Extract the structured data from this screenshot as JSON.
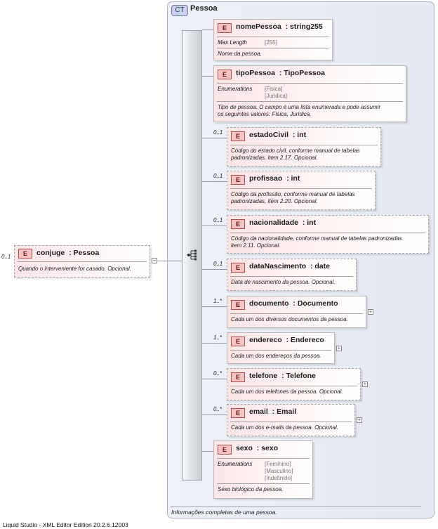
{
  "complex_type": {
    "badge": "CT",
    "name": "Pessoa",
    "description": "Informações completas de uma pessoa."
  },
  "root": {
    "badge": "E",
    "cardinality": "0..1",
    "name": "conjuge",
    "type": ": Pessoa",
    "description": "Quando o interveniente for casado. Opcional."
  },
  "elements": [
    {
      "badge": "E",
      "cardinality": "",
      "name": "nomePessoa",
      "type": ": string255",
      "facet_label": "Max Length",
      "facet_values": [
        "[255]"
      ],
      "description": [
        "Nome da pessoa."
      ]
    },
    {
      "badge": "E",
      "cardinality": "",
      "name": "tipoPessoa",
      "type": ": TipoPessoa",
      "facet_label": "Enumerations",
      "facet_values": [
        "[Fisica]",
        "[Juridica]"
      ],
      "description": [
        "Tipo de pessoa. O campo é uma lista enumerada e pode assumir",
        "os seguintes valores: Física, Jurídica."
      ]
    },
    {
      "badge": "E",
      "cardinality": "0..1",
      "name": "estadoCivil",
      "type": ": int",
      "description": [
        "Código do estado civil, conforme manual de tabelas",
        "padronizadas, item 2.17. Opcional."
      ]
    },
    {
      "badge": "E",
      "cardinality": "0..1",
      "name": "profissao",
      "type": ": int",
      "description": [
        "Código da profissão, conforme manual de tabelas",
        "padronizadas, item 2.20. Opcional."
      ]
    },
    {
      "badge": "E",
      "cardinality": "0..1",
      "name": "nacionalidade",
      "type": ": int",
      "description": [
        "Código da nacionalidade, conforme manual de tabelas padronizadas",
        "item 2.11. Opcional."
      ]
    },
    {
      "badge": "E",
      "cardinality": "0..1",
      "name": "dataNascimento",
      "type": ": date",
      "description": [
        "Data de nascimento da pessoa. Opcional."
      ]
    },
    {
      "badge": "E",
      "cardinality": "1..*",
      "name": "documento",
      "type": ": Documento",
      "description": [
        "Cada um dos diversos documentos da pessoa."
      ]
    },
    {
      "badge": "E",
      "cardinality": "1..*",
      "name": "endereco",
      "type": ": Endereco",
      "description": [
        "Cada um dos endereços da pessoa."
      ]
    },
    {
      "badge": "E",
      "cardinality": "0..*",
      "name": "telefone",
      "type": ": Telefone",
      "description": [
        "Cada um dos telefones da pessoa. Opcional."
      ]
    },
    {
      "badge": "E",
      "cardinality": "0..*",
      "name": "email",
      "type": ": Email",
      "description": [
        "Cada um dos e-mails da pessoa. Opcional."
      ]
    },
    {
      "badge": "E",
      "cardinality": "",
      "name": "sexo",
      "type": ": sexo",
      "facet_label": "Enumerations",
      "facet_values": [
        "[Feminino]",
        "[Masculino]",
        "[Indefinido]"
      ],
      "description": [
        "Sexo biológico da pessoa."
      ]
    }
  ],
  "expander_symbols": {
    "collapse": "−",
    "expand": "+"
  },
  "footer": "Liquid Studio - XML Editor Edition 20.2.6.12003"
}
